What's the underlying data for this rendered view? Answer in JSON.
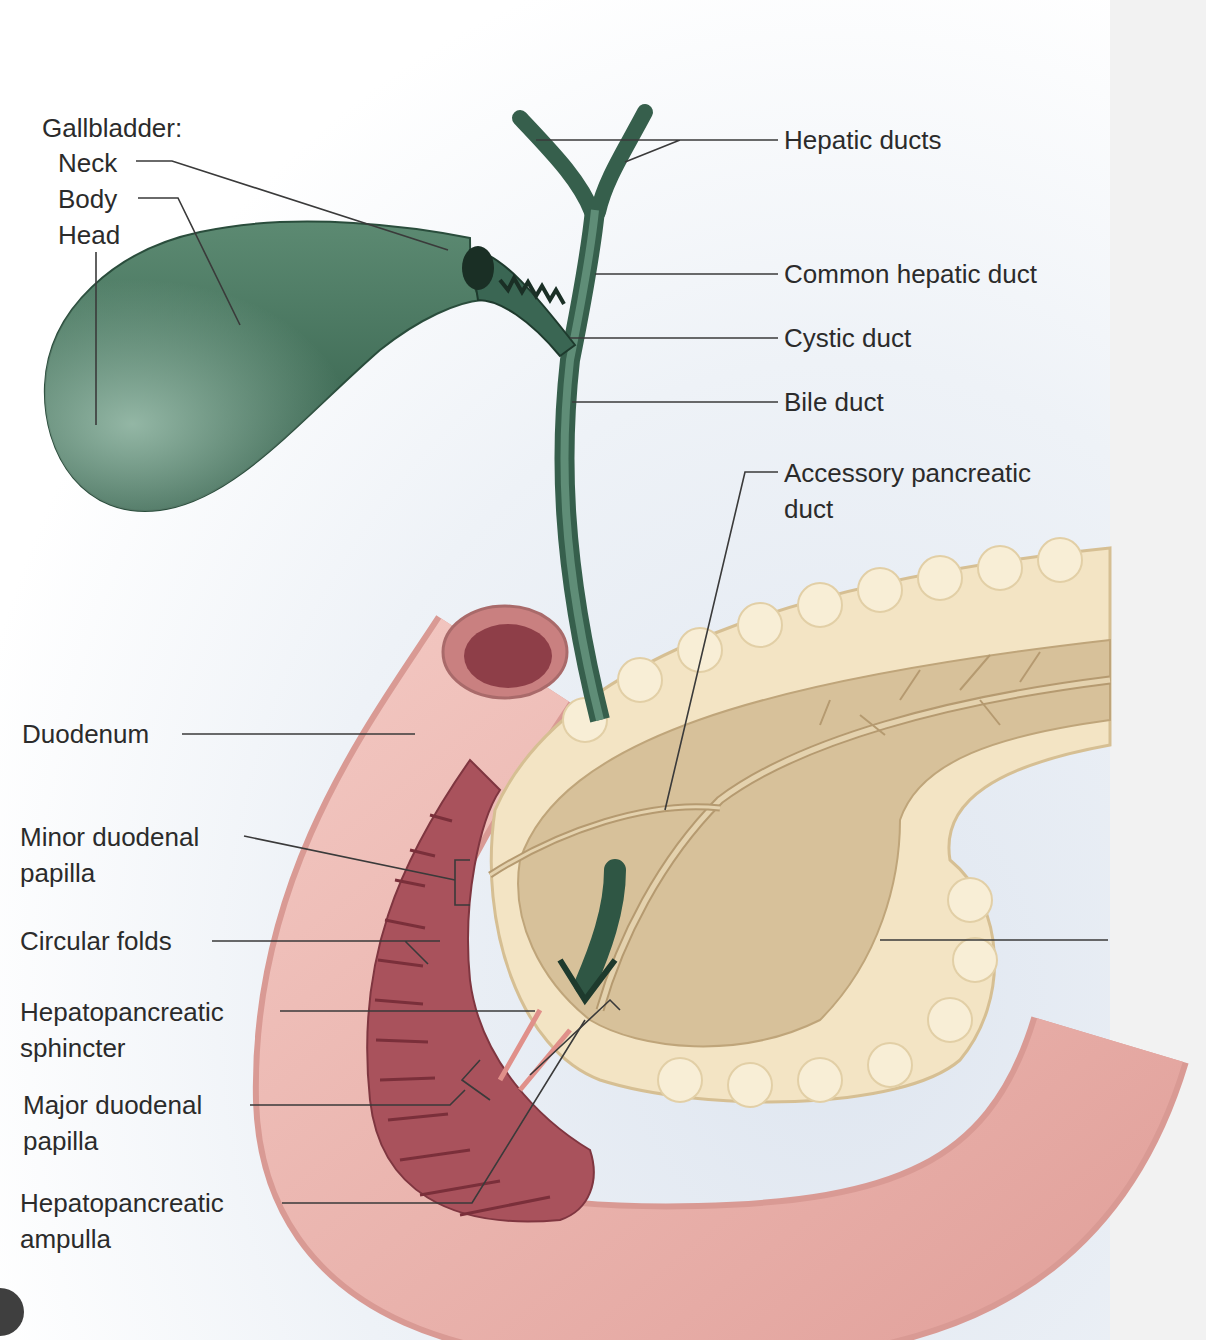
{
  "diagram": {
    "labels": [
      "Gallbladder:",
      "Neck",
      "Body",
      "Head",
      "Hepatic ducts",
      "Common hepatic duct",
      "Cystic duct",
      "Bile duct",
      "Accessory pancreatic duct",
      "Duodenum",
      "Minor duodenal papilla",
      "Circular folds",
      "Hepatopancreatic sphincter",
      "Major duodenal papilla",
      "Hepatopancreatic ampulla"
    ]
  }
}
